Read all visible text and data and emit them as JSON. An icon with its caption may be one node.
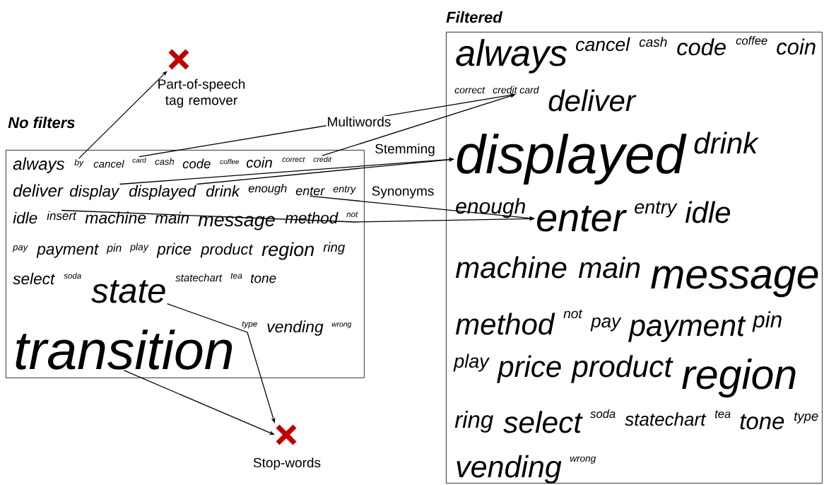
{
  "diagram": {
    "nodes": [
      {
        "text": [],
        "shape": "cross",
        "beside": [
          "Part-of-speech tag remover"
        ]
      },
      {
        "text": [
          "No filters"
        ]
      },
      {
        "text": [
          "always"
        ],
        "in": 1
      },
      {
        "text": [
          "by"
        ],
        "in": 1
      },
      {
        "text": [
          "cancel"
        ],
        "in": 1
      },
      {
        "text": [
          "card"
        ],
        "in": 1
      },
      {
        "text": [
          "cash"
        ],
        "in": 1
      },
      {
        "text": [
          "code"
        ],
        "in": 1
      },
      {
        "text": [
          "coffee"
        ],
        "in": 1
      },
      {
        "text": [
          "coin"
        ],
        "in": 1
      },
      {
        "text": [
          "correct"
        ],
        "in": 1
      },
      {
        "text": [
          "credit"
        ],
        "in": 1
      },
      {
        "text": [
          "deliver"
        ],
        "in": 1
      },
      {
        "text": [
          "display"
        ],
        "in": 1
      },
      {
        "text": [
          "displayed"
        ],
        "in": 1
      },
      {
        "text": [
          "drink"
        ],
        "in": 1
      },
      {
        "text": [
          "enough"
        ],
        "in": 1
      },
      {
        "text": [
          "enter"
        ],
        "in": 1
      },
      {
        "text": [
          "entry"
        ],
        "in": 1
      },
      {
        "text": [
          "idle"
        ],
        "in": 1
      },
      {
        "text": [
          "insert"
        ],
        "in": 1
      },
      {
        "text": [
          "machine"
        ],
        "in": 1
      },
      {
        "text": [
          "main"
        ],
        "in": 1
      },
      {
        "text": [
          "message"
        ],
        "in": 1
      },
      {
        "text": [
          "method"
        ],
        "in": 1
      },
      {
        "text": [
          "not"
        ],
        "in": 1
      },
      {
        "text": [
          "pay"
        ],
        "in": 1
      },
      {
        "text": [
          "payment"
        ],
        "in": 1
      },
      {
        "text": [
          "pin"
        ],
        "in": 1
      },
      {
        "text": [
          "play"
        ],
        "in": 1
      },
      {
        "text": [
          "price"
        ],
        "in": 1
      },
      {
        "text": [
          "product"
        ],
        "in": 1
      },
      {
        "text": [
          "region"
        ],
        "in": 1
      },
      {
        "text": [
          "ring"
        ],
        "in": 1
      },
      {
        "text": [
          "select"
        ],
        "in": 1
      },
      {
        "text": [
          "soda"
        ],
        "in": 1
      },
      {
        "text": [
          "state"
        ],
        "in": 1
      },
      {
        "text": [
          "statechart"
        ],
        "in": 1
      },
      {
        "text": [
          "tea"
        ],
        "in": 1
      },
      {
        "text": [
          "tone"
        ],
        "in": 1
      },
      {
        "text": [
          "type"
        ],
        "in": 1
      },
      {
        "text": [
          "vending"
        ],
        "in": 1
      },
      {
        "text": [
          "wrong"
        ],
        "in": 1
      },
      {
        "text": [
          "transition"
        ],
        "in": 1
      },
      {
        "text": [
          "Filtered"
        ]
      },
      {
        "text": [
          "always"
        ],
        "in": 44
      },
      {
        "text": [
          "cancel"
        ],
        "in": 44
      },
      {
        "text": [
          "cash"
        ],
        "in": 44
      },
      {
        "text": [
          "code"
        ],
        "in": 44
      },
      {
        "text": [
          "coffee"
        ],
        "in": 44
      },
      {
        "text": [
          "coin"
        ],
        "in": 44
      },
      {
        "text": [
          "correct"
        ],
        "in": 44
      },
      {
        "text": [
          "credit card"
        ],
        "in": 44
      },
      {
        "text": [
          "deliver"
        ],
        "in": 44
      },
      {
        "text": [
          "displayed"
        ],
        "in": 44
      },
      {
        "text": [
          "drink"
        ],
        "in": 44
      },
      {
        "text": [
          "enough"
        ],
        "in": 44
      },
      {
        "text": [
          "enter"
        ],
        "in": 44
      },
      {
        "text": [
          "entry"
        ],
        "in": 44
      },
      {
        "text": [
          "idle"
        ],
        "in": 44
      },
      {
        "text": [
          "machine"
        ],
        "in": 44
      },
      {
        "text": [
          "main"
        ],
        "in": 44
      },
      {
        "text": [
          "message"
        ],
        "in": 44
      },
      {
        "text": [
          "method"
        ],
        "in": 44
      },
      {
        "text": [
          "not"
        ],
        "in": 44
      },
      {
        "text": [
          "pay"
        ],
        "in": 44
      },
      {
        "text": [
          "payment"
        ],
        "in": 44
      },
      {
        "text": [
          "pin"
        ],
        "in": 44
      },
      {
        "text": [
          "play"
        ],
        "in": 44
      },
      {
        "text": [
          "price"
        ],
        "in": 44
      },
      {
        "text": [
          "product"
        ],
        "in": 44
      },
      {
        "text": [
          "region"
        ],
        "in": 44
      },
      {
        "text": [
          "ring"
        ],
        "in": 44
      },
      {
        "text": [
          "select"
        ],
        "in": 44
      },
      {
        "text": [
          "soda"
        ],
        "in": 44
      },
      {
        "text": [
          "statechart"
        ],
        "in": 44
      },
      {
        "text": [
          "tea"
        ],
        "in": 44
      },
      {
        "text": [
          "tone"
        ],
        "in": 44
      },
      {
        "text": [
          "type"
        ],
        "in": 44
      },
      {
        "text": [
          "vending"
        ],
        "in": 44
      },
      {
        "text": [
          "wrong"
        ],
        "in": 44
      },
      {
        "text": [],
        "shape": "cross",
        "beside": [
          "Stop-words"
        ]
      }
    ],
    "edges": [
      {
        "from": 3,
        "to": 0,
        "arrow": "to"
      },
      {
        "from": 5,
        "to": 52,
        "arrow": "to",
        "label": "Multiwords"
      },
      {
        "from": 11,
        "to": 52,
        "arrow": "to"
      },
      {
        "from": 13,
        "to": 54,
        "arrow": "to",
        "label": "Stemming"
      },
      {
        "from": 14,
        "to": 54,
        "arrow": "to"
      },
      {
        "from": 17,
        "to": 57,
        "arrow": "to",
        "label": "Synonyms"
      },
      {
        "from": 20,
        "to": 57,
        "arrow": "to"
      },
      {
        "from": 36,
        "to": 81,
        "arrow": "to"
      },
      {
        "from": 43,
        "to": 81,
        "arrow": "to"
      }
    ]
  }
}
